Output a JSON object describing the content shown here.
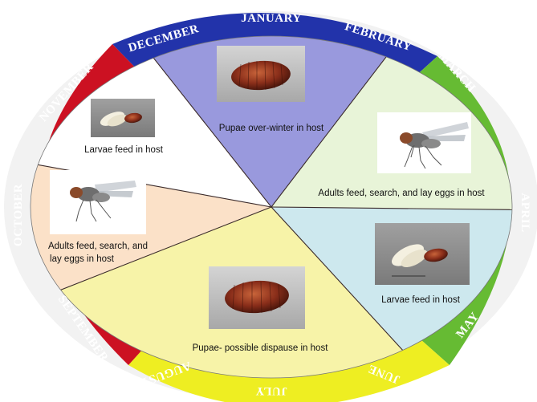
{
  "months": [
    "JANUARY",
    "FEBRUARY",
    "MARCH",
    "APRIL",
    "MAY",
    "JUNE",
    "JULY",
    "AUGUST",
    "SEPTEMBER",
    "OCTOBER",
    "NOVEMBER",
    "DECEMBER"
  ],
  "captions": {
    "winter": "Pupae over-winter in host",
    "spring_adults": "Adults feed, search, and lay eggs in host",
    "spring_larvae": "Larvae feed in host",
    "summer": "Pupae- possible dispause in host",
    "fall_adults_1": "Adults feed, search, and",
    "fall_adults_2": "lay eggs in host",
    "fall_larvae": "Larvae feed in host"
  },
  "colors": {
    "winter_ring": "#2233aa",
    "spring_ring": "#66bb33",
    "summer_ring": "#eeee22",
    "fall_ring": "#cc1122",
    "winter_fill": "#9999dd",
    "spring_fill_1": "#e8f4d8",
    "spring_fill_2": "#cde8ee",
    "summer_fill": "#f7f3a8",
    "fall_fill_1": "#fbe1c8",
    "fall_fill_2": "#ffffff"
  },
  "icons": {
    "pupa_winter": "pupa-photo",
    "adult_spring": "fly-photo",
    "larvae_spring": "larvae-photo",
    "pupa_summer": "pupa-photo",
    "adult_fall": "fly-photo",
    "larvae_fall": "larvae-photo"
  }
}
